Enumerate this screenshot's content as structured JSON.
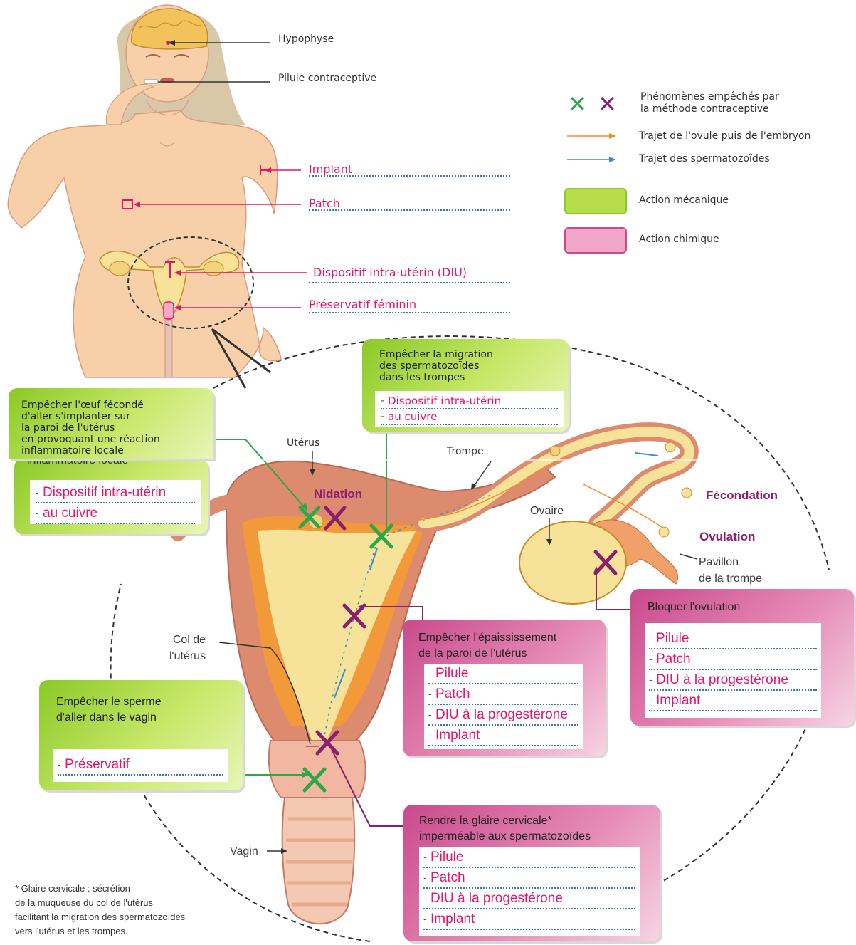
{
  "top_labels": {
    "hypophyse": "Hypophyse",
    "pilule": "Pilule contraceptive",
    "implant": "Implant",
    "patch": "Patch",
    "diu": "Dispositif intra-utérin (DIU)",
    "preservatif_feminin": "Préservatif féminin"
  },
  "legend": {
    "crosses": "Phénomènes empêchés par\nla méthode contraceptive",
    "ovule": "Trajet de l'ovule puis de l'embryon",
    "sperm": "Trajet des spermatozoïdes",
    "mecanique": "Action mécanique",
    "chimique": "Action chimique",
    "colors": {
      "green": "#2aa84a",
      "purple": "#8a1e6f",
      "orange": "#f28c28",
      "blue": "#3b8ec9",
      "pink": "#e5156b"
    }
  },
  "anatomy": {
    "uterus": "Utérus",
    "trompe": "Trompe",
    "ovaire": "Ovaire",
    "nidation": "Nidation",
    "fecondation": "Fécondation",
    "ovulation": "Ovulation",
    "pavillon": "Pavillon\nde la trompe",
    "col": "Col de\nl'utérus",
    "vagin": "Vagin"
  },
  "boxes": {
    "oeuf": {
      "title": "Empêcher l'œuf fécondé\nd'aller s'implanter sur\nla paroi de l'utérus\nen provoquant une réaction\ninflammatoire locale",
      "ghost": "inflammatoire locale",
      "items": [
        "Dispositif intra-utérin",
        "au cuivre"
      ]
    },
    "migration": {
      "title": "Empêcher la migration\ndes spermatozoïdes\ndans les trompes",
      "items": [
        "Dispositif intra-utérin",
        "au cuivre"
      ]
    },
    "ovulation": {
      "title": "Bloquer l'ovulation",
      "items": [
        "Pilule",
        "Patch",
        "DIU à la progestérone",
        "Implant"
      ]
    },
    "epaississement": {
      "title": "Empêcher l'épaississement\nde la paroi de l'utérus",
      "items": [
        "Pilule",
        "Patch",
        "DIU à la progestérone",
        "Implant"
      ]
    },
    "sperme": {
      "title": "Empêcher le sperme\nd'aller dans le vagin",
      "items": [
        "Préservatif"
      ]
    },
    "glaire": {
      "title": "Rendre la glaire cervicale*\nimperméable aux spermatozoïdes",
      "items": [
        "Pilule",
        "Patch",
        "DIU à la progestérone",
        "Implant"
      ]
    }
  },
  "footnote": "* Glaire cervicale : sécrétion\nde la muqueuse du col de l'utérus\nfacilitant la migration des spermatozoïdes\nvers l'utérus et les trompes."
}
